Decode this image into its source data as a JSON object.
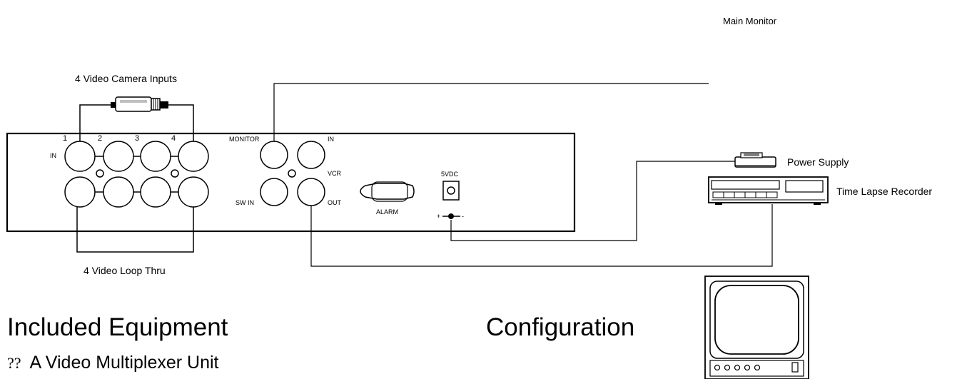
{
  "labels": {
    "main_monitor": "Main Monitor",
    "camera_inputs": "4 Video Camera Inputs",
    "loop_thru": "4 Video Loop Thru",
    "power_supply": "Power Supply",
    "time_lapse_recorder": "Time Lapse Recorder",
    "panel_in": "IN",
    "port_1": "1",
    "port_2": "2",
    "port_3": "3",
    "port_4": "4",
    "monitor": "MONITOR",
    "vcr_in": "IN",
    "vcr": "VCR",
    "sw_in": "SW IN",
    "out": "OUT",
    "alarm": "ALARM",
    "dc_input": "5VDC",
    "polarity_plus": "+",
    "polarity_minus": "-"
  },
  "headings": {
    "included_equipment": "Included Equipment",
    "configuration": "Configuration"
  },
  "equipment_list": [
    {
      "bullet": "??",
      "text": "A Video Multiplexer Unit"
    }
  ]
}
